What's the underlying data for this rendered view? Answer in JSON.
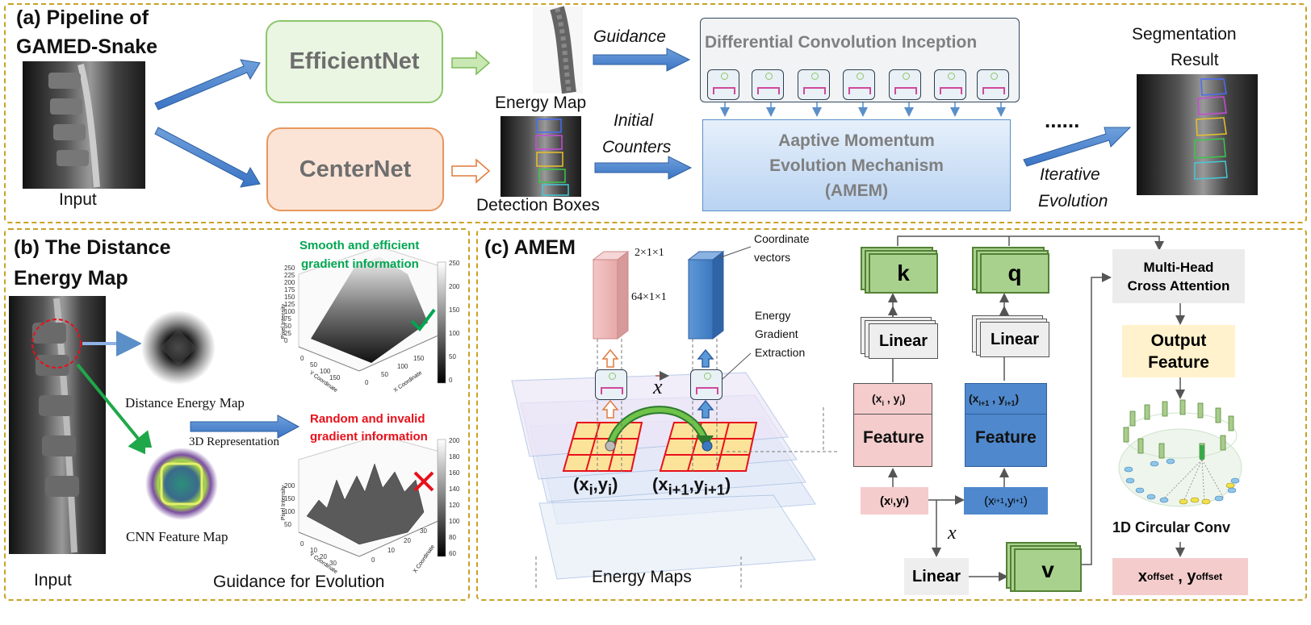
{
  "panel_a": {
    "title_line1": "(a)  Pipeline of",
    "title_line2": "GAMED-Snake",
    "input_label": "Input",
    "efficientnet": "EfficientNet",
    "centernet": "CenterNet",
    "energy_map_label": "Energy Map",
    "detection_boxes_label": "Detection Boxes",
    "guidance": "Guidance",
    "initial_line1": "Initial",
    "initial_line2": "Counters",
    "dci_title": "Differential Convolution Inception",
    "amem_line1": "Aaptive Momentum",
    "amem_line2": "Evolution Mechanism",
    "amem_line3": "(AMEM)",
    "dots": "......",
    "iterative_line1": "Iterative",
    "iterative_line2": "Evolution",
    "seg_line1": "Segmentation",
    "seg_line2": "Result"
  },
  "panel_b": {
    "title_line1": "(b) The Distance",
    "title_line2": "Energy Map",
    "input_label": "Input",
    "distance_label": "Distance Energy Map",
    "cnn_label": "CNN Feature Map",
    "representation_label": "3D Representation",
    "smooth_line1": "Smooth and efficient",
    "smooth_line2": "gradient information",
    "random_line1": "Random and invalid",
    "random_line2": "gradient information",
    "guidance_label": "Guidance for Evolution",
    "z_axis_label": "Pixel Intensity",
    "x_axis_label": "X Coordinate",
    "y_axis_label": "Y Coordinate",
    "colorbar_ticks_top": [
      "250",
      "200",
      "150",
      "100",
      "50",
      "0"
    ],
    "colorbar_ticks_bottom": [
      "200",
      "180",
      "160",
      "140",
      "120",
      "100",
      "80",
      "60"
    ],
    "z_ticks_top": [
      "250",
      "225",
      "200",
      "175",
      "150",
      "125",
      "100",
      "75",
      "50",
      "25",
      "0"
    ],
    "z_ticks_bottom": [
      "200",
      "150",
      "100",
      "50"
    ],
    "y_ticks_top": [
      "0",
      "50",
      "100",
      "150"
    ],
    "x_ticks_top": [
      "0",
      "50",
      "100",
      "150"
    ],
    "y_ticks_bottom": [
      "0",
      "10",
      "20",
      "30"
    ],
    "x_ticks_bottom": [
      "0",
      "10",
      "20",
      "30"
    ],
    "colors": {
      "smooth": "#00a651",
      "random": "#e8101a"
    }
  },
  "panel_c": {
    "title": "(c) AMEM",
    "dim_top": "2×1×1",
    "dim_mid": "64×1×1",
    "coord_line1": "Coordinate",
    "coord_line2": "vectors",
    "energy_line1": "Energy",
    "energy_line2": "Gradient",
    "energy_line3": "Extraction",
    "x_vec": "x",
    "pt_i": "(x",
    "pt_i_sub": "i",
    "pt_i_mid": ",y",
    "pt_i_sub2": "i",
    "pt_close": ")",
    "pt_i1_sub": "i+1",
    "energy_maps_label": "Energy Maps",
    "k": "k",
    "q": "q",
    "v": "v",
    "linear": "Linear",
    "feature": "Feature",
    "mhca_line1": "Multi-Head",
    "mhca_line2": "Cross Attention",
    "output_line1": "Output",
    "output_line2": "Feature",
    "circular_conv": "1D Circular Conv",
    "offset_x": "x",
    "offset_sub": "offset",
    "offset_comma": " , ",
    "offset_y": "y"
  }
}
